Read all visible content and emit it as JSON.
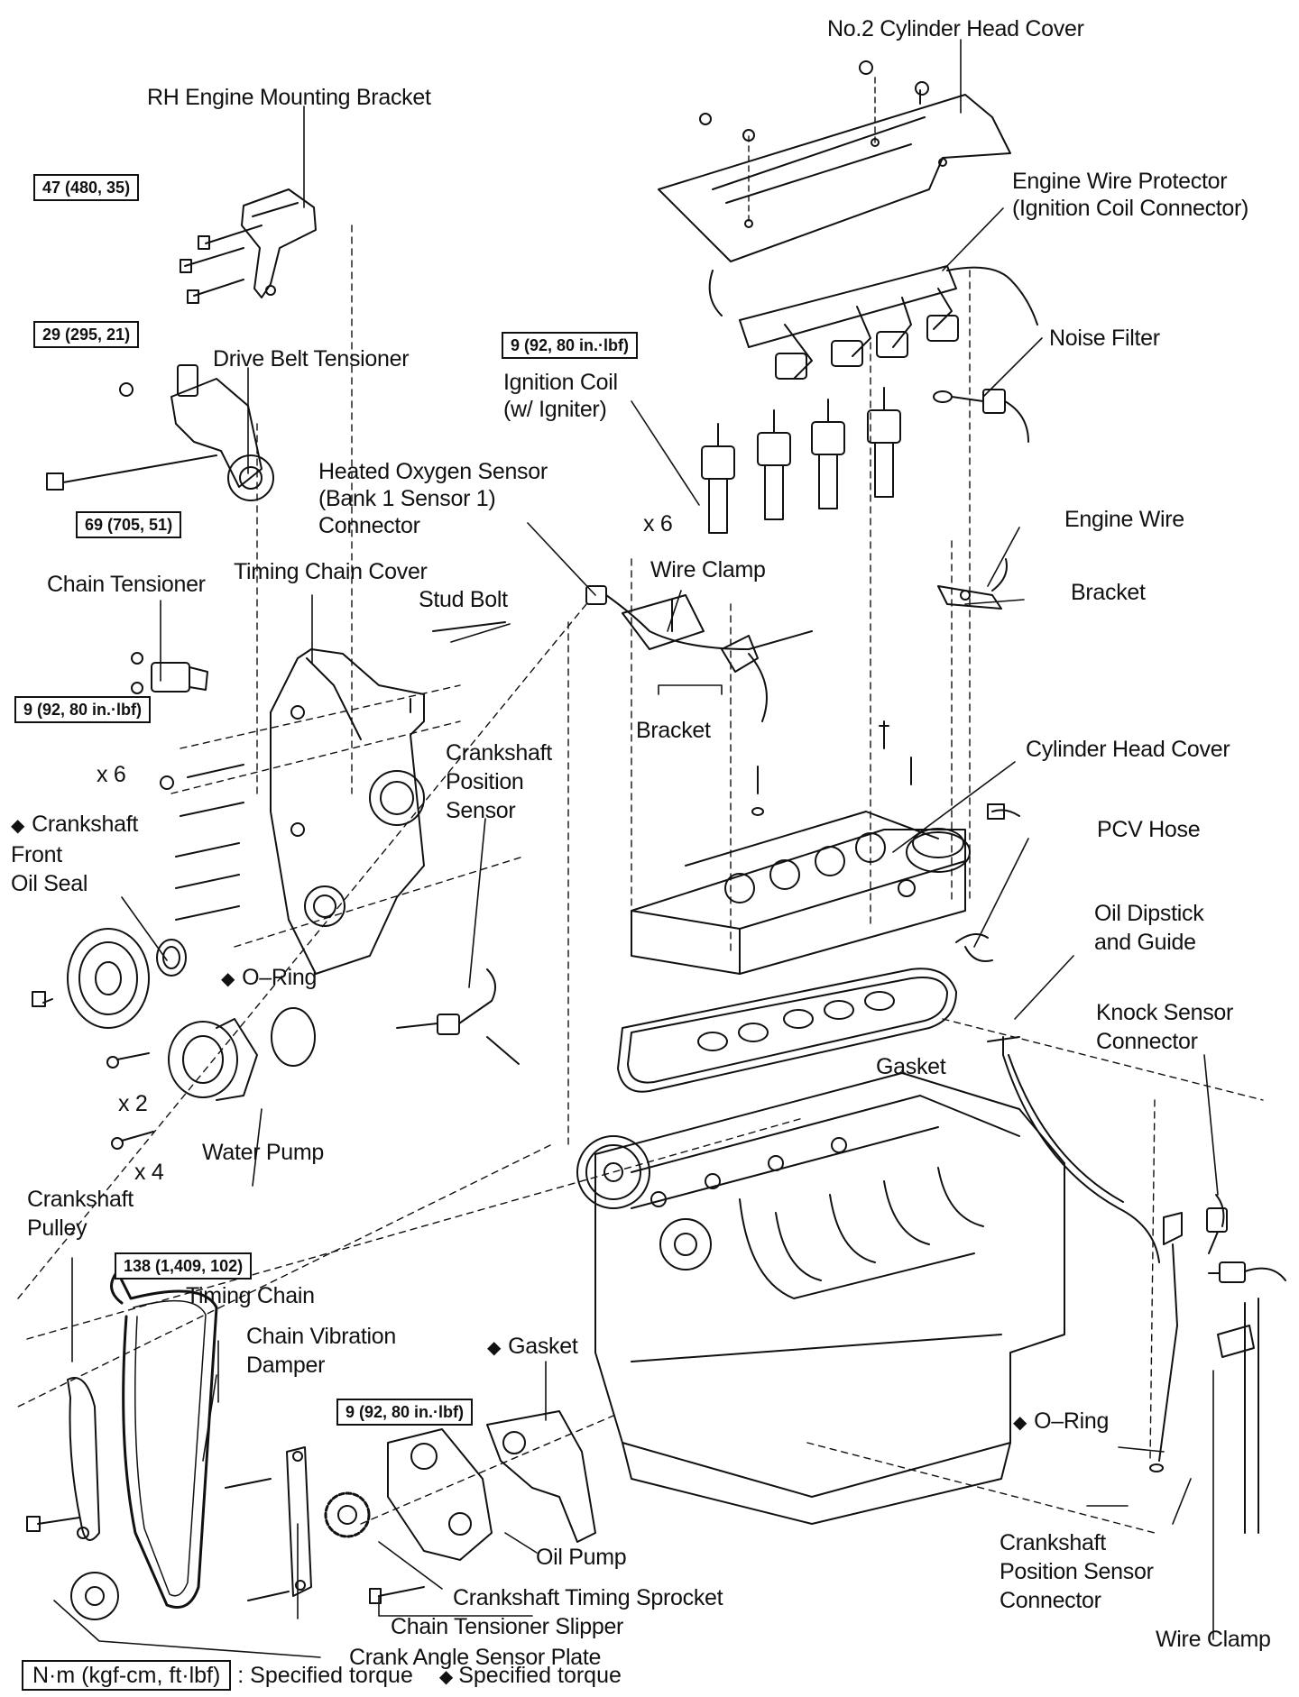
{
  "labels": {
    "no2_cylinder_head_cover": "No.2 Cylinder Head Cover",
    "rh_engine_mounting_bracket": "RH Engine Mounting Bracket",
    "engine_wire_protector": "Engine Wire Protector\n(Ignition Coil Connector)",
    "noise_filter": "Noise Filter",
    "drive_belt_tensioner": "Drive Belt Tensioner",
    "ignition_coil": "Ignition Coil\n(w/ Igniter)",
    "heated_oxygen_sensor": "Heated Oxygen Sensor\n(Bank 1 Sensor 1)\nConnector",
    "x6_top": "x 6",
    "engine_wire": "Engine Wire",
    "wire_clamp_top": "Wire Clamp",
    "bracket_right": "Bracket",
    "chain_tensioner": "Chain Tensioner",
    "timing_chain_cover": "Timing Chain Cover",
    "stud_bolt": "Stud Bolt",
    "bracket_mid": "Bracket",
    "crankshaft_position_sensor": "Crankshaft\nPosition\nSensor",
    "cylinder_head_cover": "Cylinder Head Cover",
    "x6_left": "x 6",
    "pcv_hose": "PCV Hose",
    "crankshaft_front_oil_seal": "Crankshaft\nFront\nOil Seal",
    "oil_dipstick": "Oil Dipstick\nand Guide",
    "o_ring_mid": "O–Ring",
    "knock_sensor_connector": "Knock Sensor\nConnector",
    "gasket_mid": "Gasket",
    "x2": "x 2",
    "water_pump": "Water Pump",
    "x4": "x 4",
    "crankshaft_pulley": "Crankshaft\nPulley",
    "timing_chain": "Timing Chain",
    "chain_vibration_damper": "Chain Vibration\nDamper",
    "gasket_lower": "Gasket",
    "o_ring_lower": "O–Ring",
    "oil_pump": "Oil Pump",
    "crankshaft_timing_sprocket": "Crankshaft Timing Sprocket",
    "crankshaft_position_sensor_connector": "Crankshaft\nPosition Sensor\nConnector",
    "chain_tensioner_slipper": "Chain Tensioner Slipper",
    "crank_angle_sensor_plate": "Crank Angle Sensor Plate",
    "wire_clamp_bottom": "Wire Clamp"
  },
  "torques": {
    "bracket_bolts": "47 (480, 35)",
    "tensioner_nut": "29 (295, 21)",
    "tensioner_bolt": "69 (705, 51)",
    "ignition_coil_bolts": "9 (92, 80 in.·lbf)",
    "chain_tensioner_nuts": "9 (92, 80 in.·lbf)",
    "pulley_bolt": "138 (1,409, 102)",
    "oil_pump_bolts": "9 (92, 80 in.·lbf)"
  },
  "legend": {
    "unit_box": "N·m (kgf-cm, ft·lbf)",
    "torque_text": ": Specified torque",
    "diamond_text": "Specified torque"
  }
}
